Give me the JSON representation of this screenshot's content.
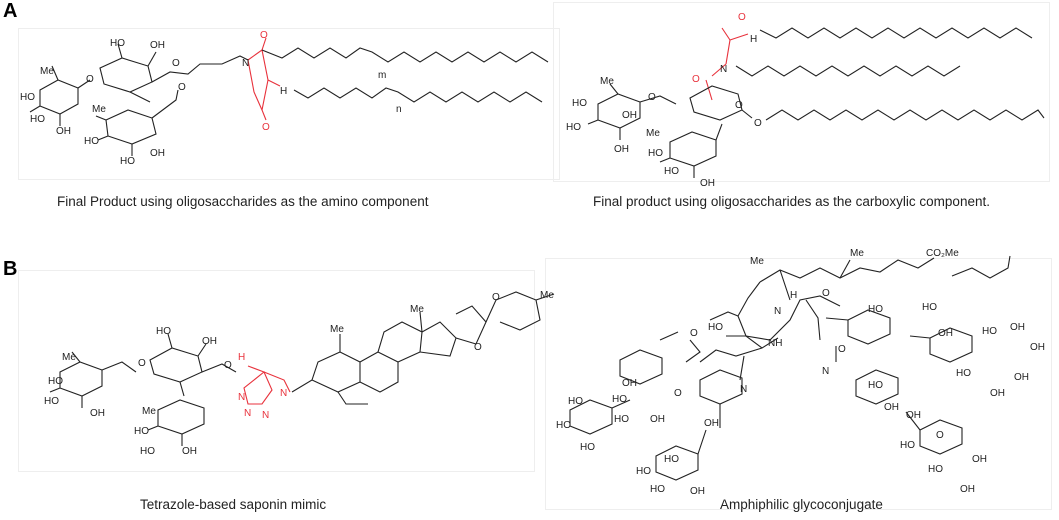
{
  "panels": {
    "A": {
      "letter": "A",
      "left_caption": "Final Product using oligosaccharides as the amino component",
      "right_caption": "Final product using oligosaccharides as the carboxylic component."
    },
    "B": {
      "letter": "B",
      "left_caption": "Tetrazole-based saponin mimic",
      "right_caption": "Amphiphilic glycoconjugate"
    }
  },
  "atom_labels": {
    "HO": "HO",
    "OH": "OH",
    "O": "O",
    "N": "N",
    "NH": "NH",
    "H": "H",
    "Me": "Me",
    "CO2Me": "CO₂Me",
    "m": "m",
    "n": "n"
  },
  "colors": {
    "highlight": "#e8323c",
    "bond": "#222222",
    "frame": "#eeeeee"
  }
}
